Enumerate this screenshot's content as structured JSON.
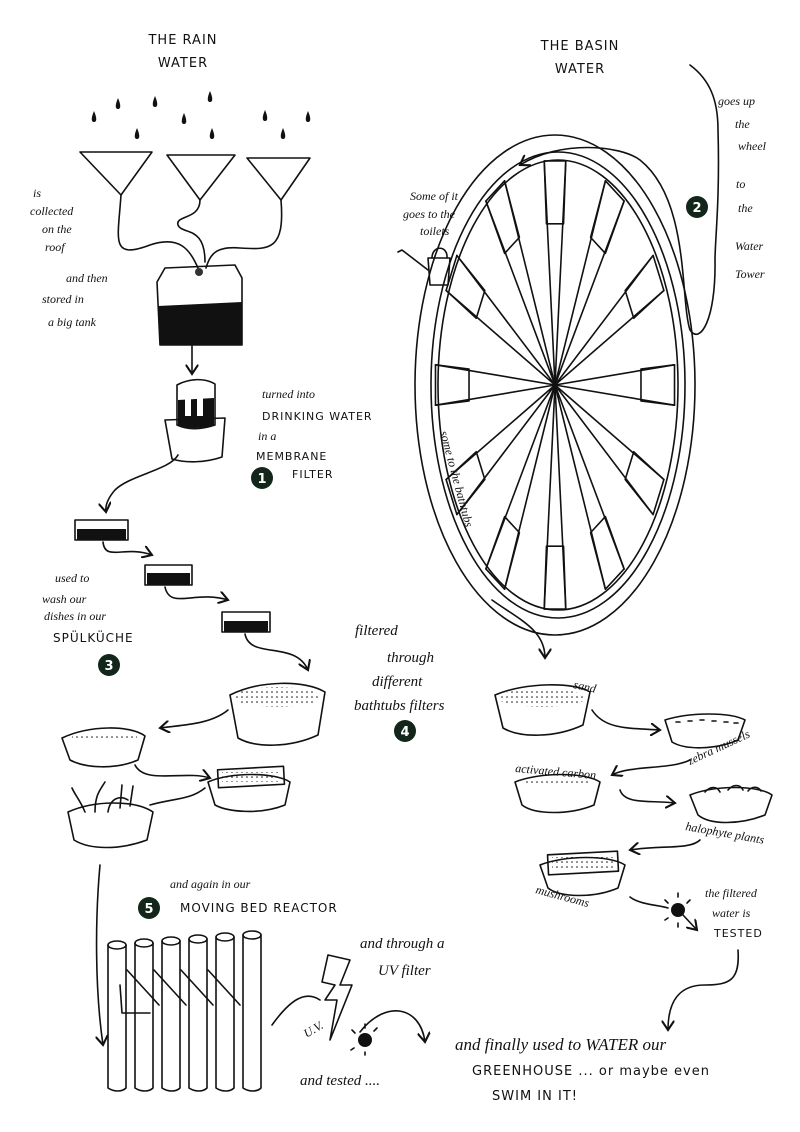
{
  "rain": {
    "title_line1": "THE RAIN",
    "title_line2": "WATER",
    "collected": [
      "is",
      "collected",
      "on the",
      "roof"
    ],
    "stored": [
      "and then",
      "stored in",
      "a big tank"
    ],
    "membrane": [
      "turned into",
      "DRINKING WATER",
      "in a",
      "MEMBRANE",
      "FILTER"
    ],
    "dishes": [
      "used to",
      "wash our",
      "dishes in our",
      "SPÜLKÜCHE"
    ],
    "filtered": [
      "filtered",
      "through",
      "different",
      "bathtubs filters"
    ],
    "reactor": [
      "and again in our",
      "MOVING BED REACTOR"
    ],
    "uv": [
      "and through a",
      "UV filter"
    ],
    "uv_label": "U.V.",
    "tested": "and tested ...."
  },
  "basin": {
    "title_line1": "THE BASIN",
    "title_line2": "WATER",
    "tower": [
      "goes up",
      "the",
      "wheel",
      "to",
      "the",
      "Water",
      "Tower"
    ],
    "toilets": [
      "Some of it",
      "goes to the",
      "toilets"
    ],
    "bathtubs": "some to the bathtubs",
    "sand": "sand",
    "zebra": "zebra mussels",
    "carbon": "activated carbon",
    "halophyte": "halophyte plants",
    "mushrooms": "mushrooms",
    "tested": [
      "the filtered",
      "water is",
      "TESTED"
    ]
  },
  "finale": [
    "and finally used to WATER our",
    "GREENHOUSE ... or maybe even",
    "SWIM IN IT!"
  ],
  "badges": [
    "1",
    "2",
    "3",
    "4",
    "5"
  ],
  "colors": {
    "ink": "#111111",
    "badge": "#12261a",
    "light_grey": "#e6e6e6",
    "dark_grey": "#8a8a8a"
  }
}
